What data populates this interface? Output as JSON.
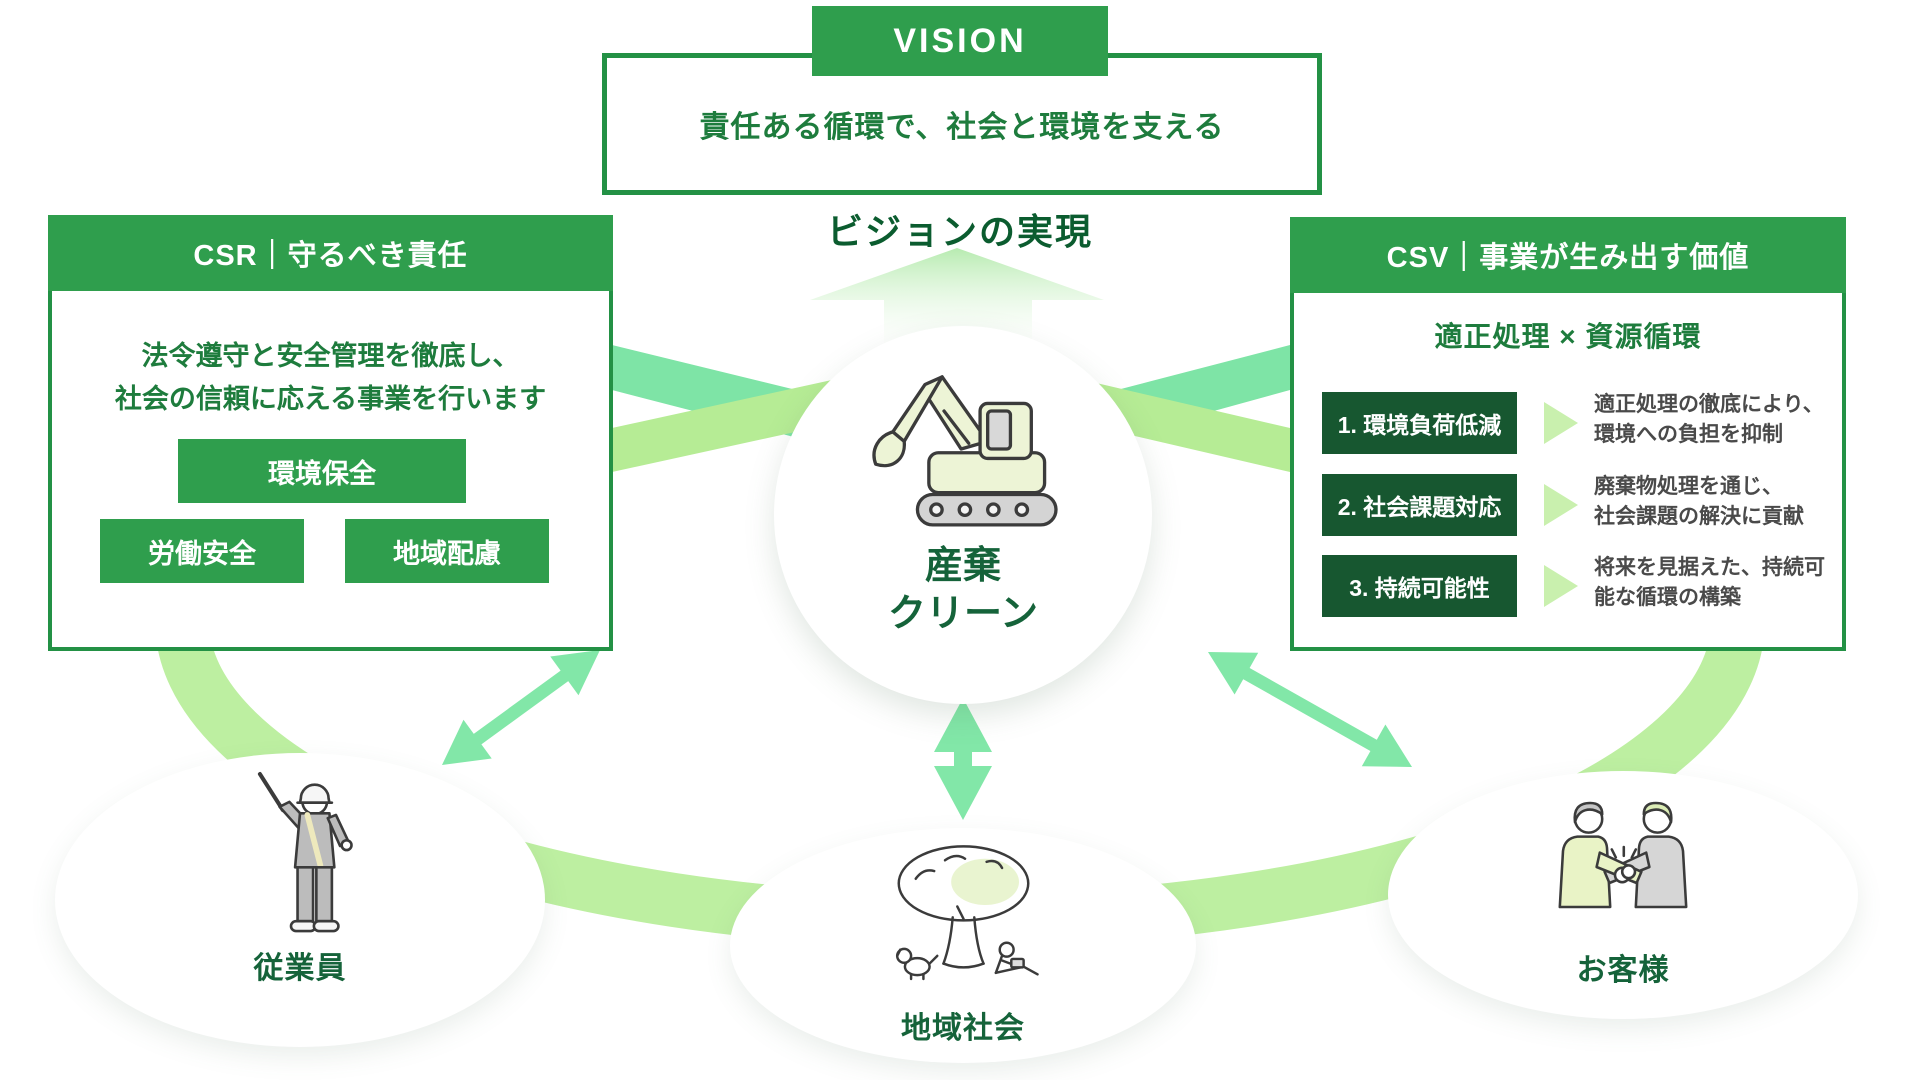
{
  "vision": {
    "tab_label": "VISION",
    "statement": "責任ある循環で、社会と環境を支える",
    "realization_label": "ビジョンの実現"
  },
  "center": {
    "company_line1": "産棄",
    "company_line2": "クリーン",
    "icon": "excavator-illustration"
  },
  "csr_box": {
    "header": "CSR｜守るべき責任",
    "statement_line1": "法令遵守と安全管理を徹底し、",
    "statement_line2": "社会の信頼に応える事業を行います",
    "tags": [
      "環境保全",
      "労働安全",
      "地域配慮"
    ]
  },
  "csv_box": {
    "header": "CSV｜事業が生み出す価値",
    "subtitle": "適正処理 × 資源循環",
    "items": [
      {
        "label": "1. 環境負荷低減",
        "desc_line1": "適正処理の徹底により、",
        "desc_line2": "環境への負担を抑制"
      },
      {
        "label": "2. 社会課題対応",
        "desc_line1": "廃棄物処理を通じ、",
        "desc_line2": "社会課題の解決に貢献"
      },
      {
        "label": "3. 持続可能性",
        "desc_line1": "将来を見据えた、持続可",
        "desc_line2": "能な循環の構築"
      }
    ]
  },
  "stakeholders": [
    {
      "label": "従業員",
      "icon": "worker-illustration"
    },
    {
      "label": "地域社会",
      "icon": "tree-illustration"
    },
    {
      "label": "お客様",
      "icon": "handshake-illustration"
    }
  ],
  "colors": {
    "primary_green": "#2f9e4d",
    "border_green": "#239145",
    "dark_title_green": "#0b5c30",
    "statement_green": "#1e7c3d",
    "deep_item_green": "#175730",
    "mint_arrow": "#82e7a8",
    "ribbon_teal": "#7ee4a6",
    "ribbon_light_green": "#b6ec95",
    "arc_light_green": "#bdefa1",
    "desc_gray": "#4a4a4a"
  }
}
